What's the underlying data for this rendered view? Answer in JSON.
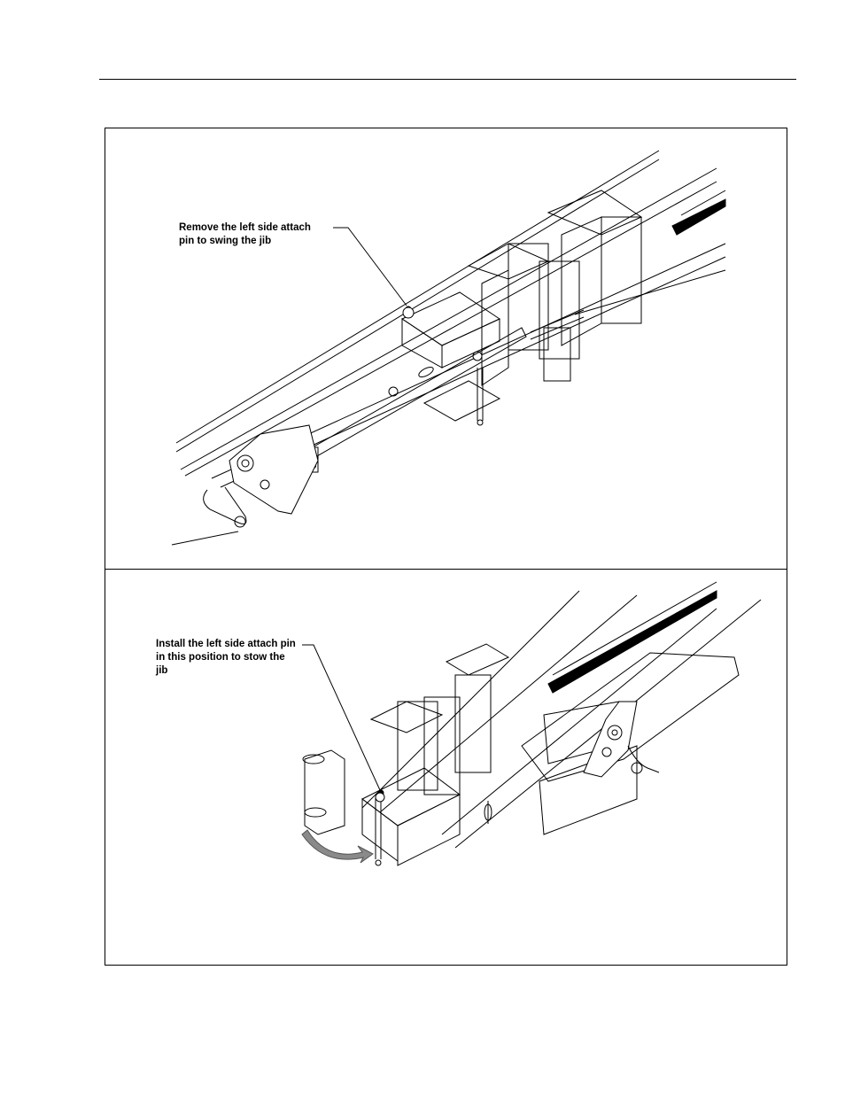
{
  "figure": {
    "top_panel": {
      "callout": "Remove the left side attach\npin to swing the jib",
      "illustration": "boom-nose-with-jib-attach"
    },
    "bottom_panel": {
      "callout": "Install the left side attach pin\nin this position to stow the\njib",
      "illustration": "boom-nose-with-jib-stowed"
    }
  }
}
